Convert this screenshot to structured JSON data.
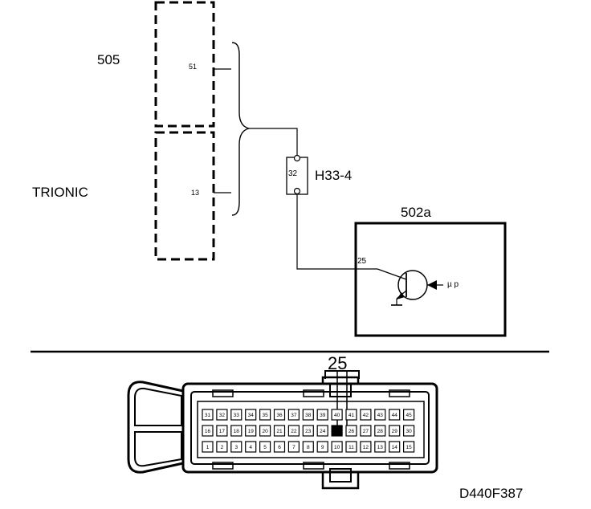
{
  "labels": {
    "component_505": "505",
    "trionic": "TRIONIC",
    "pin_51": "51",
    "pin_13": "13",
    "connector_pin_32": "32",
    "connector_h33": "H33-4",
    "component_502a": "502a",
    "pin_25": "25",
    "mu_p": "µ p",
    "connector_pin_25_callout": "25",
    "figure_code": "D440F387"
  },
  "connector_pins": {
    "row1": [
      "31",
      "32",
      "33",
      "34",
      "35",
      "36",
      "37",
      "38",
      "39",
      "40",
      "41",
      "42",
      "43",
      "44",
      "45"
    ],
    "row2": [
      "16",
      "17",
      "18",
      "19",
      "20",
      "21",
      "22",
      "23",
      "24",
      "25",
      "26",
      "27",
      "28",
      "29",
      "30"
    ],
    "row3": [
      "1",
      "2",
      "3",
      "4",
      "5",
      "6",
      "7",
      "8",
      "9",
      "10",
      "11",
      "12",
      "13",
      "14",
      "15"
    ],
    "highlighted_pin": "25"
  },
  "colors": {
    "line": "#000000",
    "background": "#ffffff"
  }
}
